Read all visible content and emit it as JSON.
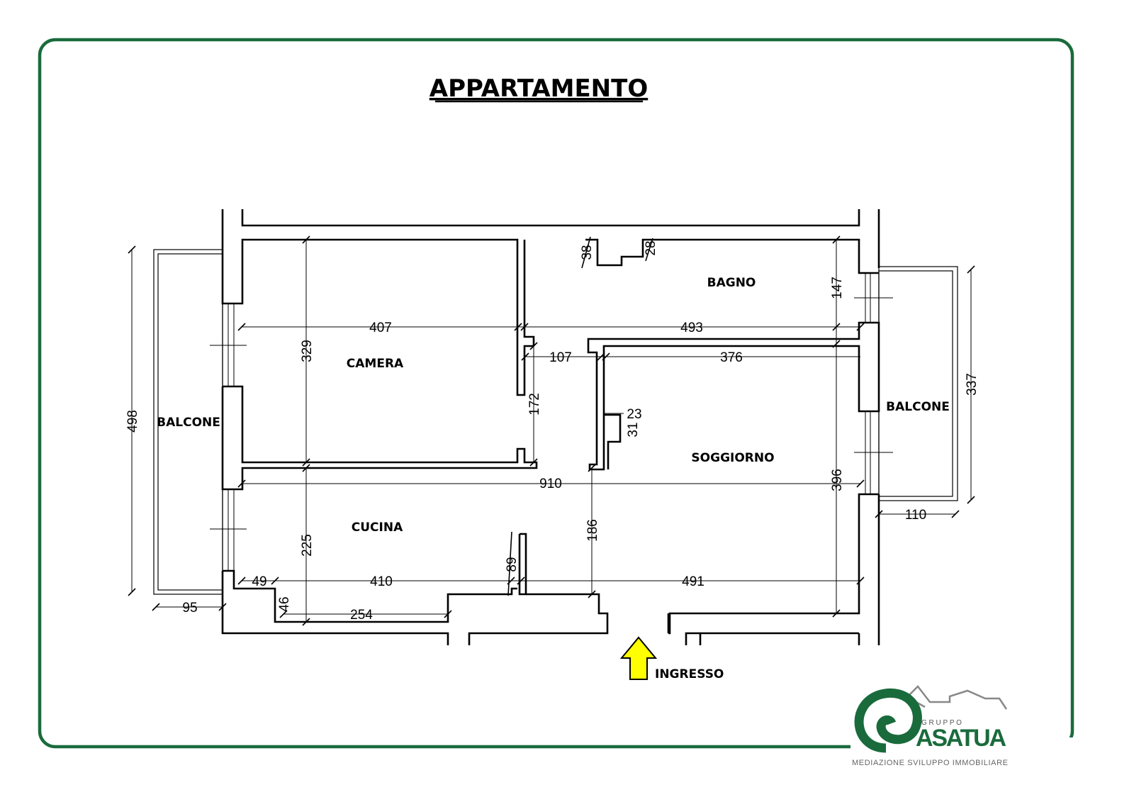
{
  "title": "APPARTAMENTO",
  "rooms": {
    "camera": "CAMERA",
    "bagno": "BAGNO",
    "soggiorno": "SOGGIORNO",
    "cucina": "CUCINA",
    "balcone_left": "BALCONE",
    "balcone_right": "BALCONE"
  },
  "entrance": {
    "label": "INGRESSO",
    "arrow_color": "#ffff00"
  },
  "dimensions": {
    "d407": "407",
    "d493": "493",
    "d329": "329",
    "d107": "107",
    "d376": "376",
    "d172": "172",
    "d23": "23",
    "d31": "31",
    "d38": "38",
    "d28": "28",
    "d147": "147",
    "d498": "498",
    "d910": "910",
    "d396": "396",
    "d337": "337",
    "d110": "110",
    "d186": "186",
    "d225": "225",
    "d89": "89",
    "d49": "49",
    "d410": "410",
    "d491": "491",
    "d46": "46",
    "d254": "254",
    "d95": "95"
  },
  "logo": {
    "gruppo": "G R U P P O",
    "name": "ASATUA",
    "tagline": "MEDIAZIONE SVILUPPO IMMOBILIARE",
    "color": "#1a6b3c"
  },
  "colors": {
    "frame": "#1a6b3c"
  }
}
